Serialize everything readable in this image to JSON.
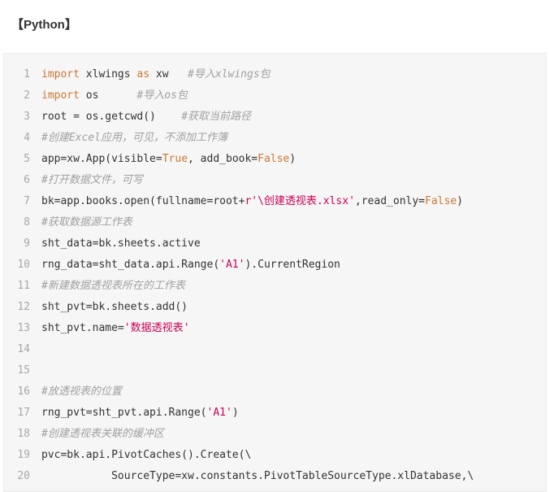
{
  "heading": "【Python】",
  "colors": {
    "keyword": "#cc7832",
    "string": "#cc0055",
    "comment": "#a0a0a0",
    "text": "#333333",
    "line_number": "#a8a8a8",
    "code_background": "#f6f6f6"
  },
  "code": {
    "lines": [
      {
        "n": "1",
        "tokens": [
          {
            "t": "kw",
            "v": "import"
          },
          {
            "t": "tx",
            "v": " xlwings "
          },
          {
            "t": "kw",
            "v": "as"
          },
          {
            "t": "tx",
            "v": " xw   "
          },
          {
            "t": "cm",
            "v": "#导入xlwings包"
          }
        ]
      },
      {
        "n": "2",
        "tokens": [
          {
            "t": "kw",
            "v": "import"
          },
          {
            "t": "tx",
            "v": " os      "
          },
          {
            "t": "cm",
            "v": "#导入os包"
          }
        ]
      },
      {
        "n": "3",
        "tokens": [
          {
            "t": "tx",
            "v": "root = os.getcwd()    "
          },
          {
            "t": "cm",
            "v": "#获取当前路径"
          }
        ]
      },
      {
        "n": "4",
        "tokens": [
          {
            "t": "cm",
            "v": "#创建Excel应用，可见，不添加工作簿"
          }
        ]
      },
      {
        "n": "5",
        "tokens": [
          {
            "t": "tx",
            "v": "app=xw.App(visible="
          },
          {
            "t": "kw",
            "v": "True"
          },
          {
            "t": "tx",
            "v": ", add_book="
          },
          {
            "t": "kw",
            "v": "False"
          },
          {
            "t": "tx",
            "v": ")"
          }
        ]
      },
      {
        "n": "6",
        "tokens": [
          {
            "t": "cm",
            "v": "#打开数据文件，可写"
          }
        ]
      },
      {
        "n": "7",
        "tokens": [
          {
            "t": "tx",
            "v": "bk=app.books.open(fullname=root+"
          },
          {
            "t": "str",
            "v": "r'\\创建透视表.xlsx'"
          },
          {
            "t": "tx",
            "v": ",read_only="
          },
          {
            "t": "kw",
            "v": "False"
          },
          {
            "t": "tx",
            "v": ")"
          }
        ]
      },
      {
        "n": "8",
        "tokens": [
          {
            "t": "cm",
            "v": "#获取数据源工作表"
          }
        ]
      },
      {
        "n": "9",
        "tokens": [
          {
            "t": "tx",
            "v": "sht_data=bk.sheets.active"
          }
        ]
      },
      {
        "n": "10",
        "tokens": [
          {
            "t": "tx",
            "v": "rng_data=sht_data.api.Range("
          },
          {
            "t": "str",
            "v": "'A1'"
          },
          {
            "t": "tx",
            "v": ").CurrentRegion"
          }
        ]
      },
      {
        "n": "11",
        "tokens": [
          {
            "t": "cm",
            "v": "#新建数据透视表所在的工作表"
          }
        ]
      },
      {
        "n": "12",
        "tokens": [
          {
            "t": "tx",
            "v": "sht_pvt=bk.sheets.add()"
          }
        ]
      },
      {
        "n": "13",
        "tokens": [
          {
            "t": "tx",
            "v": "sht_pvt.name="
          },
          {
            "t": "str",
            "v": "'数据透视表'"
          }
        ]
      },
      {
        "n": "14",
        "tokens": []
      },
      {
        "n": "15",
        "tokens": []
      },
      {
        "n": "16",
        "tokens": [
          {
            "t": "cm",
            "v": "#放透视表的位置"
          }
        ]
      },
      {
        "n": "17",
        "tokens": [
          {
            "t": "tx",
            "v": "rng_pvt=sht_pvt.api.Range("
          },
          {
            "t": "str",
            "v": "'A1'"
          },
          {
            "t": "tx",
            "v": ")"
          }
        ]
      },
      {
        "n": "18",
        "tokens": [
          {
            "t": "cm",
            "v": "#创建透视表关联的缓冲区"
          }
        ]
      },
      {
        "n": "19",
        "tokens": [
          {
            "t": "tx",
            "v": "pvc=bk.api.PivotCaches().Create(\\"
          }
        ]
      },
      {
        "n": "20",
        "tokens": [
          {
            "t": "tx",
            "v": "           SourceType=xw.constants.PivotTableSourceType.xlDatabase,\\"
          }
        ]
      }
    ]
  }
}
